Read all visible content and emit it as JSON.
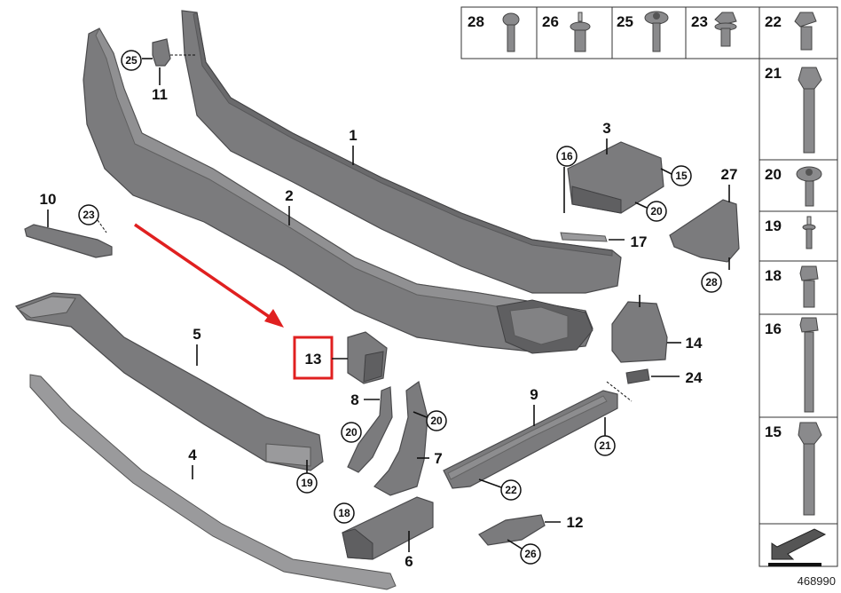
{
  "diagram": {
    "part_labels": {
      "p1": "1",
      "p2": "2",
      "p3": "3",
      "p4": "4",
      "p5": "5",
      "p6": "6",
      "p7": "7",
      "p8": "8",
      "p9": "9",
      "p10": "10",
      "p11": "11",
      "p12": "12",
      "p13": "13",
      "p14": "14",
      "p17": "17",
      "p24": "24",
      "p27": "27"
    },
    "circled_labels": {
      "c25": "25",
      "c23": "23",
      "c16": "16",
      "c15": "15",
      "c20a": "20",
      "c28": "28",
      "c20b": "20",
      "c20c": "20",
      "c19": "19",
      "c21": "21",
      "c18": "18",
      "c22": "22",
      "c26": "26"
    },
    "highlight": {
      "label": "13",
      "color": "#e02020"
    },
    "arrow_color": "#e02020",
    "fastener_table": {
      "top_row": [
        "28",
        "26",
        "25",
        "23",
        "22"
      ],
      "right_column": [
        "21",
        "20",
        "19",
        "18",
        "16",
        "15"
      ]
    },
    "reference_number": "468990"
  }
}
